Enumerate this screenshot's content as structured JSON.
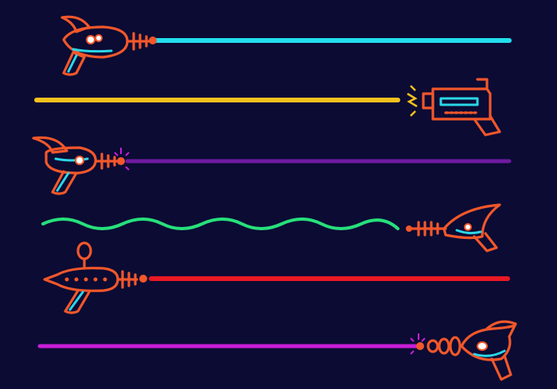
{
  "scene": {
    "background": "#0b0b34",
    "outline_color": "#f2572a",
    "accent_color": "#2bd6e6"
  },
  "guns": [
    {
      "name": "rocket-ray-gun",
      "facing": "left",
      "beam": {
        "style": "straight",
        "color": "#22e0ee"
      }
    },
    {
      "name": "boxy-blaster",
      "facing": "right",
      "beam": {
        "style": "straight",
        "color": "#f7c21c"
      }
    },
    {
      "name": "fin-ray-gun",
      "facing": "left",
      "beam": {
        "style": "straight",
        "color": "#6e1aa0"
      }
    },
    {
      "name": "shark-ray-gun",
      "facing": "right",
      "beam": {
        "style": "wavy",
        "color": "#27e07a"
      }
    },
    {
      "name": "antenna-ray-gun",
      "facing": "left",
      "beam": {
        "style": "straight",
        "color": "#e81824"
      }
    },
    {
      "name": "ring-rocket-gun",
      "facing": "right",
      "beam": {
        "style": "straight",
        "color": "#c81ed8"
      }
    }
  ]
}
